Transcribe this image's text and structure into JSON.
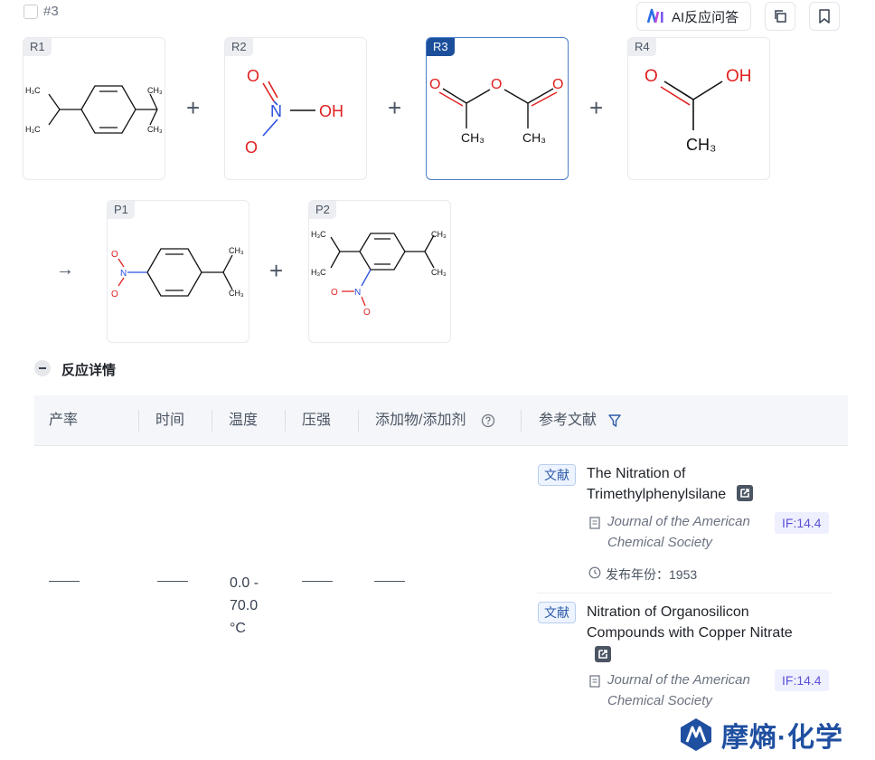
{
  "header": {
    "index_label": "#3",
    "ai_button_label": "AI反应问答"
  },
  "reactants": [
    {
      "tag": "R1",
      "molecule": "1,4-diisopropylbenzene",
      "labels": [
        "H3C",
        "H3C",
        "CH3",
        "CH3"
      ]
    },
    {
      "tag": "R2",
      "molecule": "nitric acid",
      "labels": [
        "O",
        "N",
        "OH",
        "O"
      ]
    },
    {
      "tag": "R3",
      "molecule": "acetic anhydride",
      "labels": [
        "O",
        "O",
        "O",
        "CH3",
        "CH3"
      ]
    },
    {
      "tag": "R4",
      "molecule": "acetic acid",
      "labels": [
        "O",
        "OH",
        "CH3"
      ]
    }
  ],
  "products": [
    {
      "tag": "P1",
      "molecule": "1-isopropyl-4-nitrobenzene",
      "labels": [
        "O",
        "N",
        "O",
        "CH3",
        "CH3"
      ]
    },
    {
      "tag": "P2",
      "molecule": "1,4-diisopropyl-2-nitrobenzene",
      "labels": [
        "H3C",
        "H3C",
        "CH3",
        "CH3",
        "O",
        "N",
        "O"
      ]
    }
  ],
  "operators": {
    "plus": "+",
    "arrow": "→"
  },
  "details": {
    "section_title": "反应详情",
    "columns": [
      "产率",
      "时间",
      "温度",
      "压强",
      "添加物/添加剂",
      "参考文献"
    ],
    "row": {
      "yield": "",
      "time": "",
      "temperature": [
        "0.0 -",
        "70.0",
        "°C"
      ],
      "pressure": "",
      "additive": ""
    },
    "references": [
      {
        "badge": "文献",
        "title_lines": [
          "The Nitration of",
          "Trimethylphenylsilane"
        ],
        "journal_lines": [
          "Journal of the American",
          "Chemical Society"
        ],
        "impact_factor": "IF:14.4",
        "year_label": "发布年份：",
        "year": "1953"
      },
      {
        "badge": "文献",
        "title_lines": [
          "Nitration of Organosilicon",
          "Compounds with Copper Nitrate"
        ],
        "journal_lines": [
          "Journal of the American",
          "Chemical Society"
        ],
        "impact_factor": "IF:14.4"
      }
    ]
  },
  "watermark": {
    "logo_text": "摩熵·化学"
  },
  "colors": {
    "accent": "#1b4f9c",
    "selected_border": "#4a7fc9",
    "oxygen": "#e02020",
    "nitrogen": "#2b4fe0",
    "if_text": "#5a51d6"
  }
}
